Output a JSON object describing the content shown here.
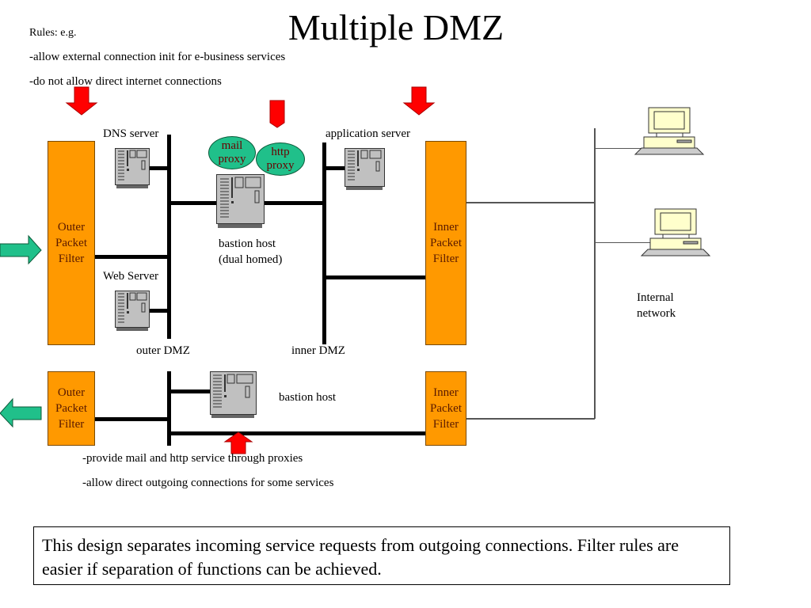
{
  "title": "Multiple DMZ",
  "rules": {
    "heading": "Rules: e.g.",
    "items": [
      "-allow external connection init for e-business services",
      "-do not allow direct internet connections"
    ]
  },
  "top_section": {
    "outer_filter": [
      "Outer",
      "Packet",
      "Filter"
    ],
    "inner_filter": [
      "Inner",
      "Packet",
      "Filter"
    ],
    "dns_server": "DNS server",
    "web_server": "Web Server",
    "application_server": "application server",
    "mail_proxy": [
      "mail",
      "proxy"
    ],
    "http_proxy": [
      "http",
      "proxy"
    ],
    "bastion_host": [
      "bastion host",
      "(dual homed)"
    ],
    "outer_dmz": "outer DMZ",
    "inner_dmz": "inner DMZ",
    "internal_network": [
      "Internal",
      "network"
    ]
  },
  "bottom_section": {
    "outer_filter": [
      "Outer",
      "Packet",
      "Filter"
    ],
    "inner_filter": [
      "Inner",
      "Packet",
      "Filter"
    ],
    "bastion_host": "bastion host",
    "notes": [
      "-provide mail and http service through proxies",
      "-allow direct outgoing connections for some services"
    ]
  },
  "summary": "This design separates incoming service requests from outgoing connections. Filter rules are easier if separation of functions can be achieved.",
  "colors": {
    "filter": "#ff9900",
    "proxy": "#20c08a",
    "inbound_arrow": "#ff0000",
    "outbound_arrow": "#20c08a",
    "server": "#c0c0c0",
    "workstation": "#ffffcc"
  }
}
